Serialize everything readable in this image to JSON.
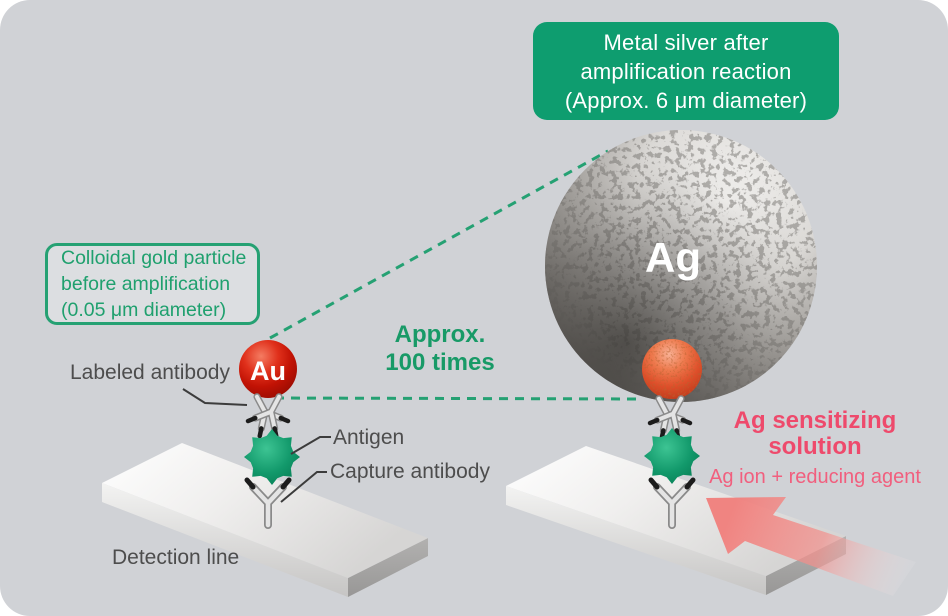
{
  "silver_callout": {
    "line1": "Metal silver after",
    "line2": "amplification reaction",
    "line3": "(Approx. 6 μm diameter)"
  },
  "gold_callout": {
    "line1": "Colloidal gold particle",
    "line2": "before amplification",
    "line3": "(0.05 μm diameter)"
  },
  "magnification": {
    "line1": "Approx.",
    "line2": "100 times"
  },
  "sphere_labels": {
    "gold": "Au",
    "silver": "Ag"
  },
  "labels": {
    "labeled_antibody": "Labeled antibody",
    "antigen": "Antigen",
    "capture_antibody": "Capture antibody",
    "detection_line": "Detection line"
  },
  "sensitizing": {
    "title_line1": "Ag sensitizing",
    "title_line2": "solution",
    "subtitle": "Ag ion + reducing agent"
  },
  "colors": {
    "background": "#d0d2d6",
    "green_solid": "#0e9d6f",
    "green_text": "#1fa06e",
    "dashed_line_green": "#25a173",
    "label_gray": "#4d4d4d",
    "pink_title": "#ee4a6c",
    "pink_subtitle": "#f15f7e",
    "arrow_pink": "#f2807c",
    "gold_red": "#c11204",
    "antigen_green": "#12996b"
  }
}
